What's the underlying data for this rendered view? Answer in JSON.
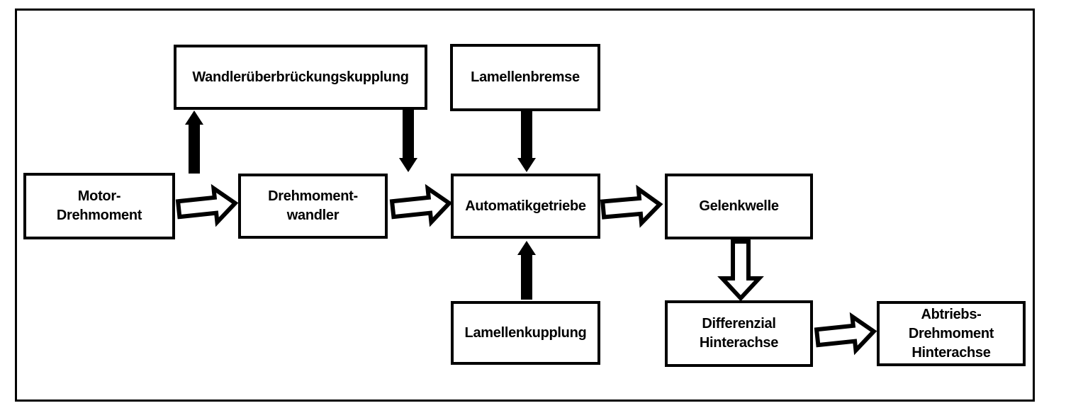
{
  "diagram": {
    "description": "Drivetrain torque flow block diagram",
    "colors": {
      "foreground": "#000000",
      "background": "#ffffff"
    },
    "nodes": [
      {
        "id": "motor",
        "lines": [
          "Motor-",
          "Drehmoment"
        ]
      },
      {
        "id": "wuek",
        "lines": [
          "Wandlerüberbrückungskupplung"
        ]
      },
      {
        "id": "lamellenbremse",
        "lines": [
          "Lamellenbremse"
        ]
      },
      {
        "id": "drehmomentwandler",
        "lines": [
          "Drehmoment-",
          "wandler"
        ]
      },
      {
        "id": "automatikgetriebe",
        "lines": [
          "Automatikgetriebe"
        ]
      },
      {
        "id": "gelenkwelle",
        "lines": [
          "Gelenkwelle"
        ]
      },
      {
        "id": "lamellenkupplung",
        "lines": [
          "Lamellenkupplung"
        ]
      },
      {
        "id": "differenzial",
        "lines": [
          "Differenzial",
          "Hinterachse"
        ]
      },
      {
        "id": "abtrieb",
        "lines": [
          "Abtriebs-",
          "Drehmoment",
          "Hinterachse"
        ]
      }
    ],
    "edges": [
      {
        "from": "drehmomentwandler",
        "to": "wuek",
        "style": "solid",
        "direction": "up"
      },
      {
        "from": "wuek",
        "to": "automatikgetriebe",
        "style": "solid",
        "direction": "down"
      },
      {
        "from": "lamellenbremse",
        "to": "automatikgetriebe",
        "style": "solid",
        "direction": "down"
      },
      {
        "from": "lamellenkupplung",
        "to": "automatikgetriebe",
        "style": "solid",
        "direction": "up"
      },
      {
        "from": "motor",
        "to": "drehmomentwandler",
        "style": "outline",
        "direction": "right"
      },
      {
        "from": "drehmomentwandler",
        "to": "automatikgetriebe",
        "style": "outline",
        "direction": "right"
      },
      {
        "from": "automatikgetriebe",
        "to": "gelenkwelle",
        "style": "outline",
        "direction": "right"
      },
      {
        "from": "gelenkwelle",
        "to": "differenzial",
        "style": "outline",
        "direction": "down"
      },
      {
        "from": "differenzial",
        "to": "abtrieb",
        "style": "outline",
        "direction": "right"
      }
    ]
  }
}
